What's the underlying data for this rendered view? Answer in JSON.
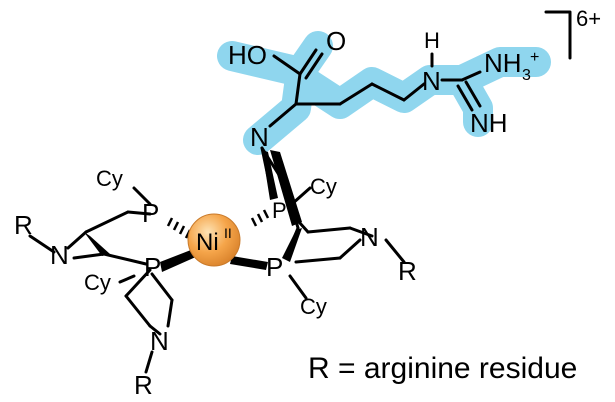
{
  "diagram": {
    "charge": "6+",
    "metal": {
      "symbol": "Ni",
      "oxidation": "II"
    },
    "atoms": {
      "carbonyl_O": "O",
      "hydroxyl": "HO",
      "amine_N": "N",
      "guanidine_NH": "H",
      "guanidine_N": "N",
      "ammonium": "NH",
      "ammonium_sub": "3",
      "ammonium_sup": "+",
      "imine": "NH"
    },
    "ring_atoms": {
      "P": "P",
      "N": "N",
      "Cy": "Cy",
      "R": "R"
    },
    "legend": "R = arginine residue",
    "colors": {
      "highlight": "#8fd6ee",
      "nickel_light": "#fde3b5",
      "nickel_mid": "#f5a54a",
      "nickel_dark": "#d9822b",
      "bond": "#000000"
    }
  }
}
